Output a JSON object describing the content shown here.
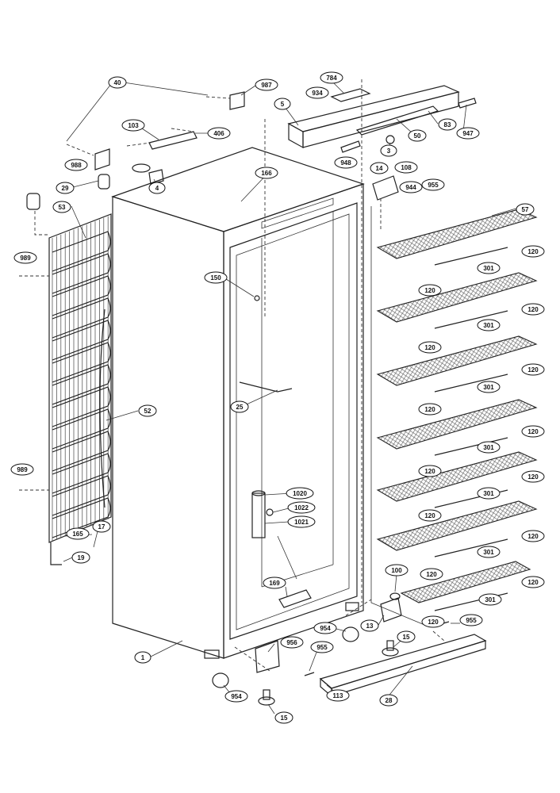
{
  "labels": [
    {
      "id": "40",
      "text": "40"
    },
    {
      "id": "987",
      "text": "987"
    },
    {
      "id": "784",
      "text": "784"
    },
    {
      "id": "934",
      "text": "934"
    },
    {
      "id": "5",
      "text": "5"
    },
    {
      "id": "103",
      "text": "103"
    },
    {
      "id": "406",
      "text": "406"
    },
    {
      "id": "83",
      "text": "83"
    },
    {
      "id": "50",
      "text": "50"
    },
    {
      "id": "947",
      "text": "947"
    },
    {
      "id": "3",
      "text": "3"
    },
    {
      "id": "988",
      "text": "988"
    },
    {
      "id": "948",
      "text": "948"
    },
    {
      "id": "14",
      "text": "14"
    },
    {
      "id": "108",
      "text": "108"
    },
    {
      "id": "166",
      "text": "166"
    },
    {
      "id": "4",
      "text": "4"
    },
    {
      "id": "29",
      "text": "29"
    },
    {
      "id": "944",
      "text": "944"
    },
    {
      "id": "955a",
      "text": "955"
    },
    {
      "id": "53",
      "text": "53"
    },
    {
      "id": "57",
      "text": "57"
    },
    {
      "id": "989a",
      "text": "989"
    },
    {
      "id": "120a",
      "text": "120"
    },
    {
      "id": "301a",
      "text": "301"
    },
    {
      "id": "150",
      "text": "150"
    },
    {
      "id": "120b",
      "text": "120"
    },
    {
      "id": "120c",
      "text": "120"
    },
    {
      "id": "301b",
      "text": "301"
    },
    {
      "id": "120d",
      "text": "120"
    },
    {
      "id": "120e",
      "text": "120"
    },
    {
      "id": "301c",
      "text": "301"
    },
    {
      "id": "25",
      "text": "25"
    },
    {
      "id": "52",
      "text": "52"
    },
    {
      "id": "120f",
      "text": "120"
    },
    {
      "id": "120g",
      "text": "120"
    },
    {
      "id": "301d",
      "text": "301"
    },
    {
      "id": "120h",
      "text": "120"
    },
    {
      "id": "989b",
      "text": "989"
    },
    {
      "id": "120i",
      "text": "120"
    },
    {
      "id": "301e",
      "text": "301"
    },
    {
      "id": "1020",
      "text": "1020"
    },
    {
      "id": "1022",
      "text": "1022"
    },
    {
      "id": "120j",
      "text": "120"
    },
    {
      "id": "1021",
      "text": "1021"
    },
    {
      "id": "120k",
      "text": "120"
    },
    {
      "id": "17",
      "text": "17"
    },
    {
      "id": "165",
      "text": "165"
    },
    {
      "id": "301f",
      "text": "301"
    },
    {
      "id": "19",
      "text": "19"
    },
    {
      "id": "100",
      "text": "100"
    },
    {
      "id": "120l",
      "text": "120"
    },
    {
      "id": "120m",
      "text": "120"
    },
    {
      "id": "169",
      "text": "169"
    },
    {
      "id": "301g",
      "text": "301"
    },
    {
      "id": "120n",
      "text": "120"
    },
    {
      "id": "955b",
      "text": "955"
    },
    {
      "id": "954a",
      "text": "954"
    },
    {
      "id": "13",
      "text": "13"
    },
    {
      "id": "956",
      "text": "956"
    },
    {
      "id": "15a",
      "text": "15"
    },
    {
      "id": "955c",
      "text": "955"
    },
    {
      "id": "1",
      "text": "1"
    },
    {
      "id": "113",
      "text": "113"
    },
    {
      "id": "28",
      "text": "28"
    },
    {
      "id": "954b",
      "text": "954"
    },
    {
      "id": "15b",
      "text": "15"
    }
  ]
}
